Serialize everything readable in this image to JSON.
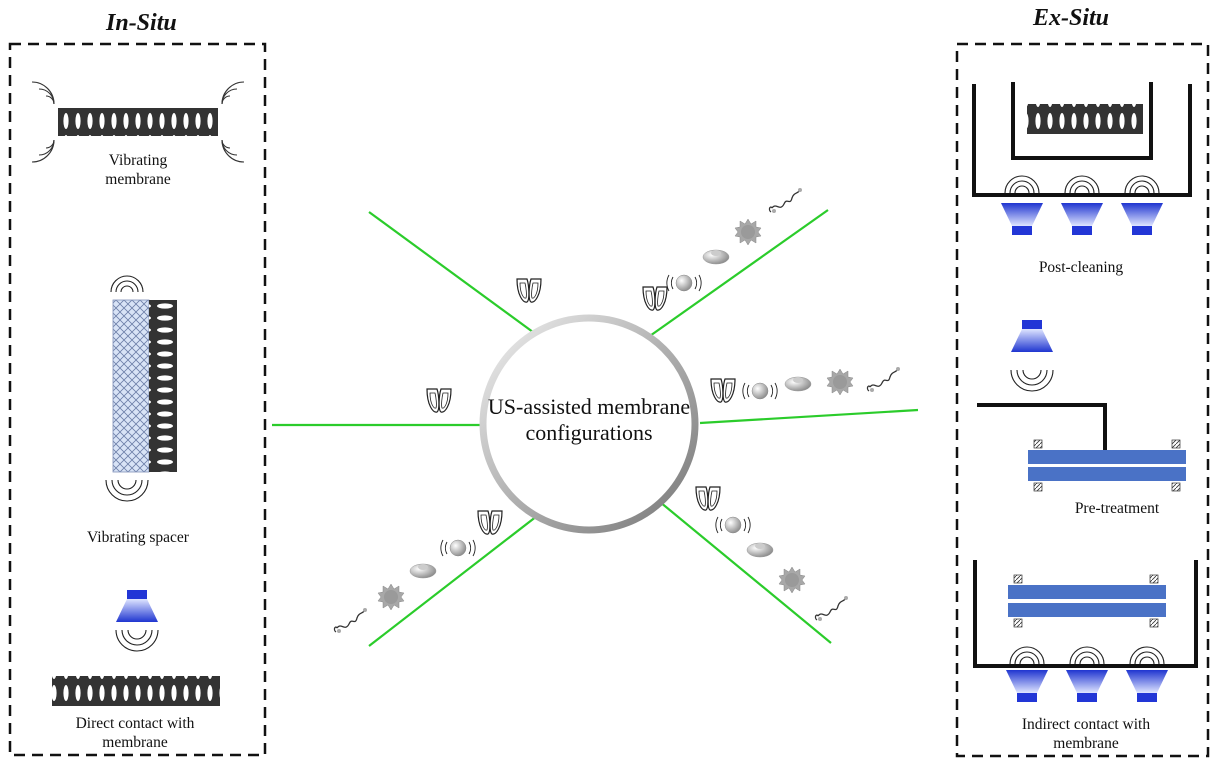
{
  "in_situ": {
    "heading": "In-Situ",
    "vibrating_membrane": "Vibrating membrane",
    "vibrating_spacer": "Vibrating spacer",
    "direct_contact": "Direct contact with membrane"
  },
  "ex_situ": {
    "heading": "Ex-Situ",
    "post_cleaning": "Post-cleaning",
    "pre_treatment": "Pre-treatment",
    "indirect_contact": "Indirect contact with membrane"
  },
  "center": {
    "label": "US-assisted membrane configurations"
  },
  "colors": {
    "connector": "#2bcc2b",
    "transducer": "#2a3fd6",
    "membrane_plate": "#4a72c6"
  }
}
